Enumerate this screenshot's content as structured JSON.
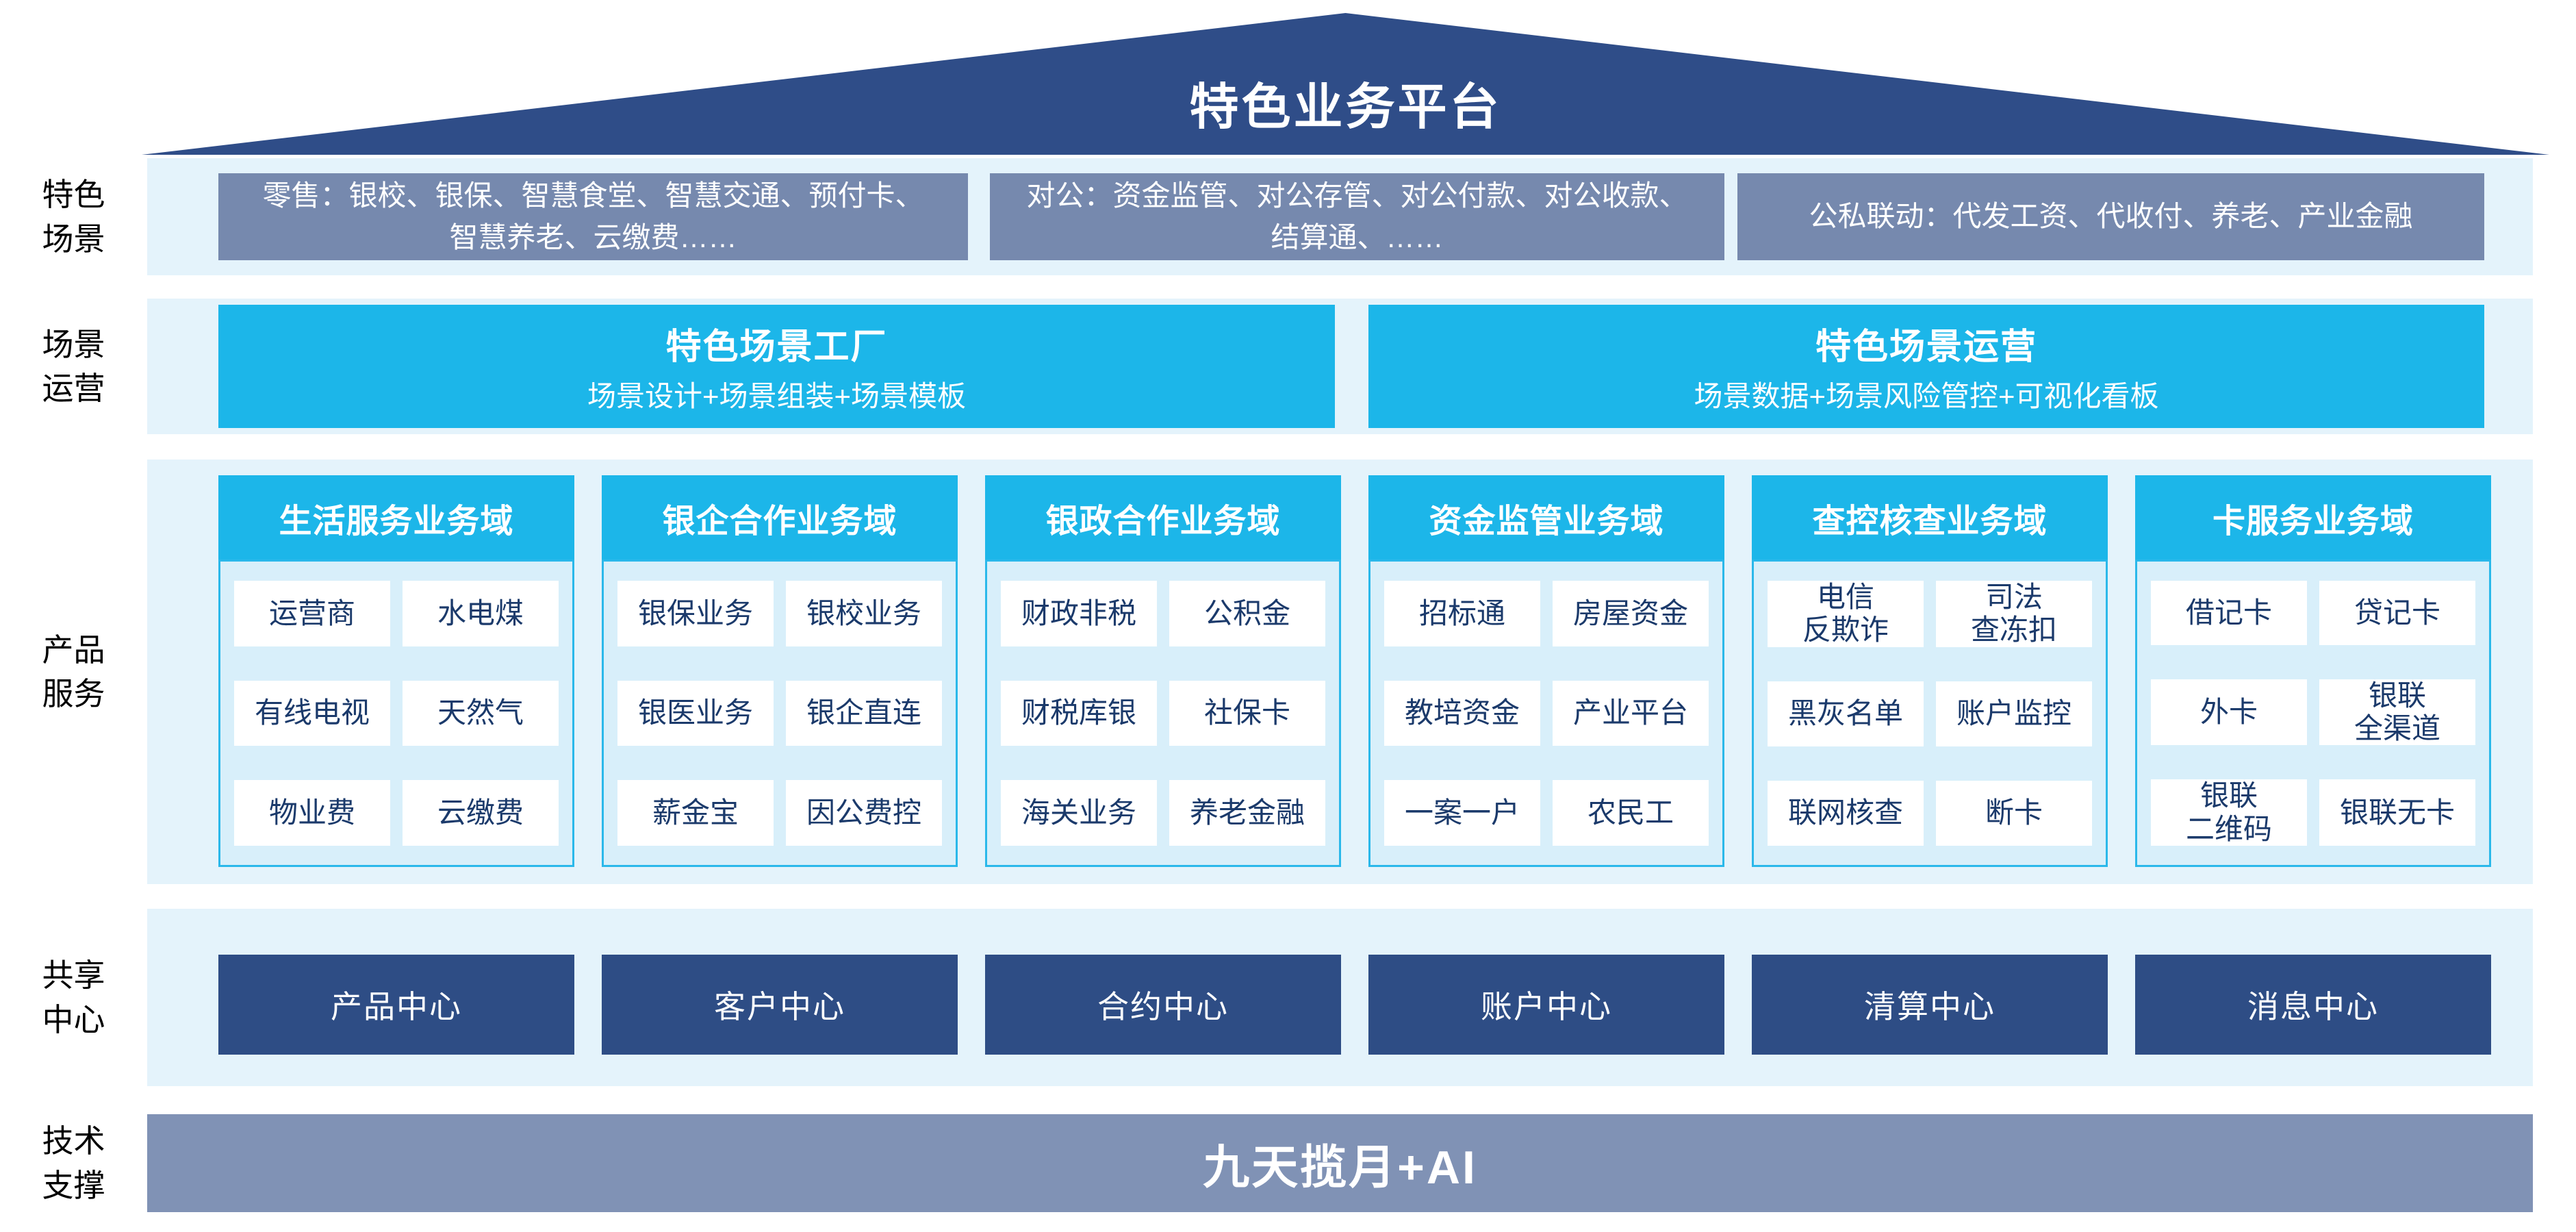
{
  "roof": {
    "title": "特色业务平台"
  },
  "rows": {
    "scenes": {
      "side_label": "特色\n场景",
      "boxes": [
        "零售：银校、银保、智慧食堂、智慧交通、预付卡、智慧养老、云缴费……",
        "对公：资金监管、对公存管、对公付款、对公收款、结算通、……",
        "公私联动：代发工资、代收付、养老、产业金融"
      ]
    },
    "operation": {
      "side_label": "场景\n运营",
      "boxes": [
        {
          "title": "特色场景工厂",
          "subtitle": "场景设计+场景组装+场景模板"
        },
        {
          "title": "特色场景运营",
          "subtitle": "场景数据+场景风险管控+可视化看板"
        }
      ]
    },
    "products": {
      "side_label": "产品\n服务",
      "domains": [
        {
          "title": "生活服务业务域",
          "items": [
            "运营商",
            "水电煤",
            "有线电视",
            "天然气",
            "物业费",
            "云缴费"
          ]
        },
        {
          "title": "银企合作业务域",
          "items": [
            "银保业务",
            "银校业务",
            "银医业务",
            "银企直连",
            "薪金宝",
            "因公费控"
          ]
        },
        {
          "title": "银政合作业务域",
          "items": [
            "财政非税",
            "公积金",
            "财税库银",
            "社保卡",
            "海关业务",
            "养老金融"
          ]
        },
        {
          "title": "资金监管业务域",
          "items": [
            "招标通",
            "房屋资金",
            "教培资金",
            "产业平台",
            "一案一户",
            "农民工"
          ]
        },
        {
          "title": "查控核查业务域",
          "items": [
            "电信\n反欺诈",
            "司法\n查冻扣",
            "黑灰名单",
            "账户监控",
            "联网核查",
            "断卡"
          ]
        },
        {
          "title": "卡服务业务域",
          "items": [
            "借记卡",
            "贷记卡",
            "外卡",
            "银联\n全渠道",
            "银联\n二维码",
            "银联无卡"
          ]
        }
      ]
    },
    "centers": {
      "side_label": "共享\n中心",
      "boxes": [
        "产品中心",
        "客户中心",
        "合约中心",
        "账户中心",
        "清算中心",
        "消息中心"
      ]
    },
    "tech": {
      "side_label": "技术\n支撑",
      "bar": "九天揽月+AI"
    }
  },
  "colors": {
    "roof_navy": "#2F4D88",
    "scene_box_gray": "#7689AE",
    "band_light_blue": "#E4F3FB",
    "accent_cyan": "#1CB6E9",
    "domain_body_bg": "#D8EFFA",
    "domain_body_border": "#2AB8EA",
    "item_text_navy": "#1B3A6B",
    "center_box_navy": "#2E4D85",
    "tech_bar_gray": "#8092B5"
  }
}
